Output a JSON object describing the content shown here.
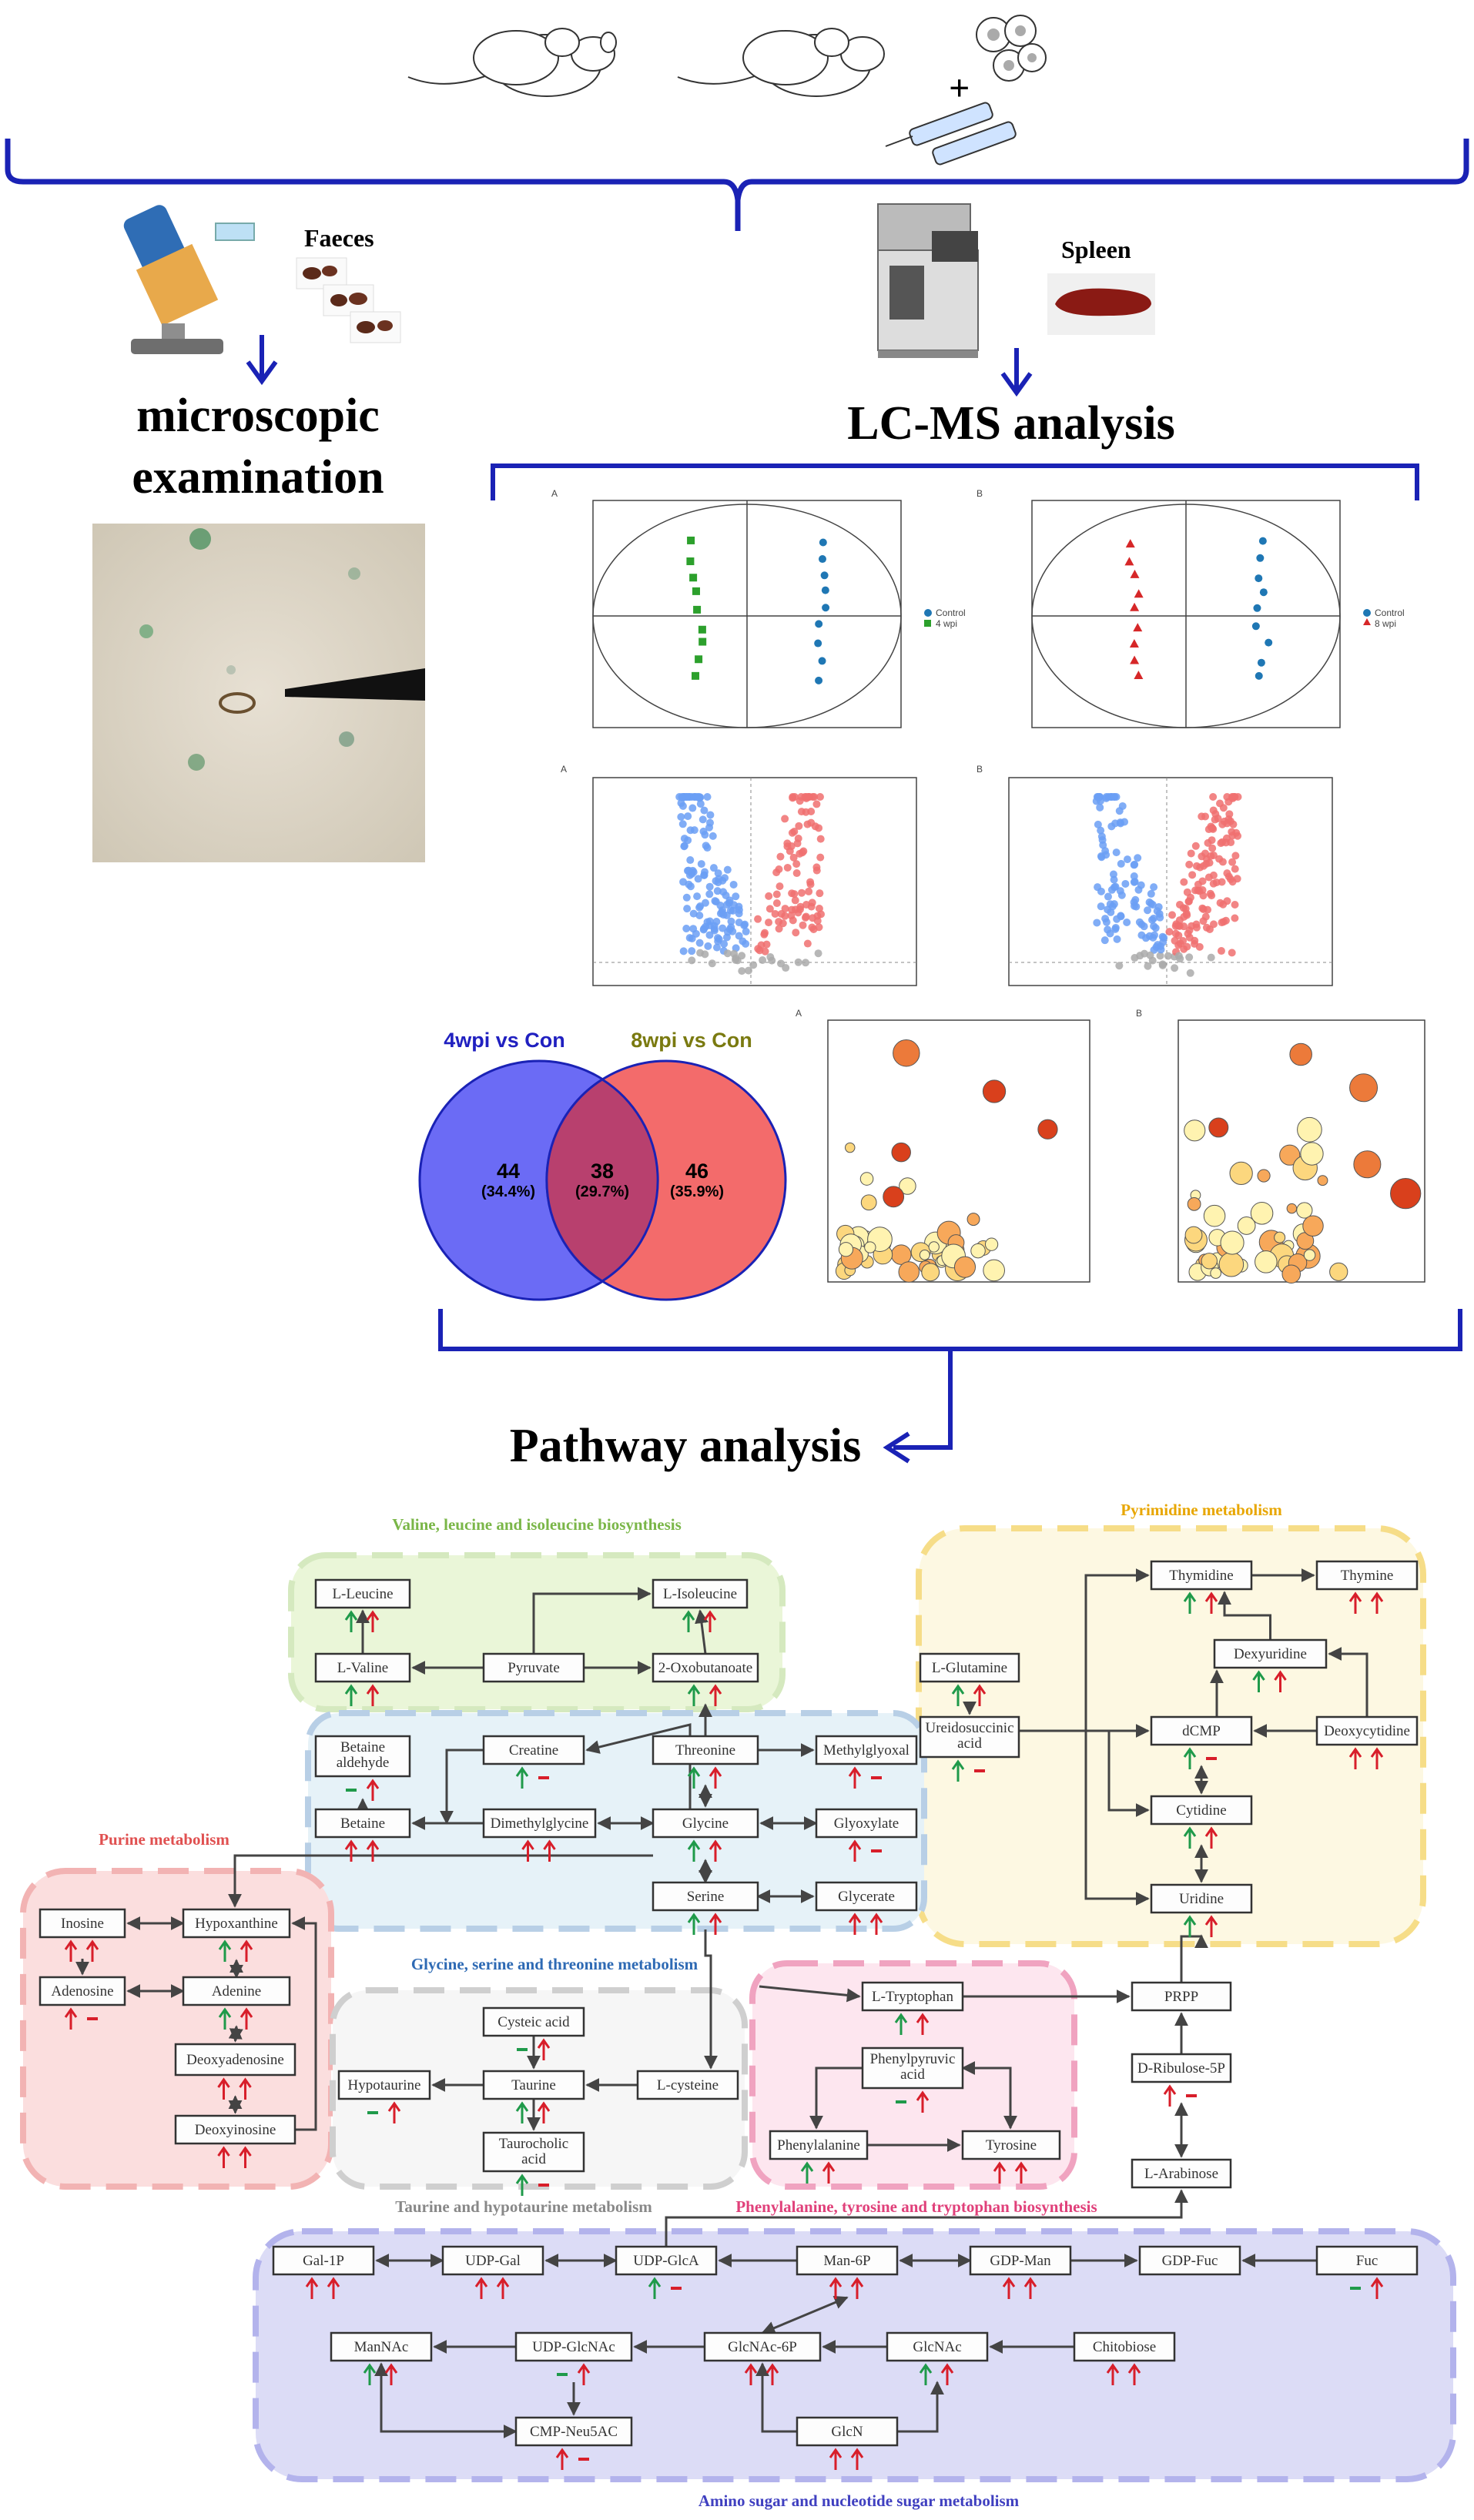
{
  "labels": {
    "faeces": "Faeces",
    "spleen": "Spleen",
    "microscopic_line1": "microscopic",
    "microscopic_line2": "examination",
    "lcms": "LC-MS analysis",
    "pathway": "Pathway analysis",
    "venn_left_title": "4wpi vs Con",
    "venn_right_title": "8wpi vs Con",
    "venn_left_count": "44",
    "venn_left_pct": "(34.4%)",
    "venn_mid_count": "38",
    "venn_mid_pct": "(29.7%)",
    "venn_right_count": "46",
    "venn_right_pct": "(35.9%)",
    "panel_a": "A",
    "panel_b": "B",
    "pca_legend_a1": "Control",
    "pca_legend_a2": "4 wpi",
    "pca_legend_b1": "Control",
    "pca_legend_b2": "8 wpi",
    "plus": "+"
  },
  "colors": {
    "blue_brace": "#1a22b5",
    "venn_left": "#6b6bf5",
    "venn_right": "#f36b6b",
    "venn_overlap": "#b8406e",
    "venn_left_title": "#2020c0",
    "venn_right_title": "#7a7a10",
    "up_red": "#d81e2a",
    "down_green": "#1f9a4a"
  },
  "regions": {
    "valine": "Valine, leucine and isoleucine biosynthesis",
    "pyrimidine": "Pyrimidine metabolism",
    "purine": "Purine metabolism",
    "glycine": "Glycine, serine and threonine metabolism",
    "taurine": "Taurine and hypotaurine metabolism",
    "phenyl": "Phenylalanine, tyrosine and tryptophan biosynthesis",
    "amino": "Amino sugar and nucleotide sugar metabolism"
  },
  "nodes": {
    "lleucine": "L-Leucine",
    "lisoleucine": "L-Isoleucine",
    "lvaline": "L-Valine",
    "pyruvate": "Pyruvate",
    "oxobutanoate": "2-Oxobutanoate",
    "betainealdehyde": "Betaine aldehyde",
    "creatine": "Creatine",
    "threonine": "Threonine",
    "methylglyoxal": "Methylglyoxal",
    "betaine": "Betaine",
    "dimethylglycine": "Dimethylglycine",
    "glycine": "Glycine",
    "glyoxylate": "Glyoxylate",
    "serine": "Serine",
    "glycerate": "Glycerate",
    "lglutamine": "L-Glutamine",
    "ureidosuccinic": "Ureidosuccinic acid",
    "thymidine": "Thymidine",
    "thymine": "Thymine",
    "dexyuridine": "Dexyuridine",
    "dcmp": "dCMP",
    "deoxycytidine": "Deoxycytidine",
    "cytidine": "Cytidine",
    "uridine": "Uridine",
    "inosine": "Inosine",
    "hypoxanthine": "Hypoxanthine",
    "adenosine": "Adenosine",
    "adenine": "Adenine",
    "deoxyadenosine": "Deoxyadenosine",
    "deoxyinosine": "Deoxyinosine",
    "cysteicacid": "Cysteic acid",
    "hypotaurine": "Hypotaurine",
    "taurine": "Taurine",
    "lcysteine": "L-cysteine",
    "taurocholic": "Taurocholic acid",
    "ltryptophan": "L-Tryptophan",
    "phenylpyruvic": "Phenylpyruvic acid",
    "phenylalanine": "Phenylalanine",
    "tyrosine": "Tyrosine",
    "prpp": "PRPP",
    "dribulose": "D-Ribulose-5P",
    "larabinose": "L-Arabinose",
    "gal1p": "Gal-1P",
    "udpgal": "UDP-Gal",
    "udpglca": "UDP-GlcA",
    "man6p": "Man-6P",
    "gdpman": "GDP-Man",
    "gdpfuc": "GDP-Fuc",
    "fuc": "Fuc",
    "mannac": "ManNAc",
    "udpglcnac": "UDP-GlcNAc",
    "glcnac6p": "GlcNAc-6P",
    "glcnac": "GlcNAc",
    "chitobiose": "Chitobiose",
    "cmpneu5ac": "CMP-Neu5AC",
    "glcn": "GlcN"
  }
}
